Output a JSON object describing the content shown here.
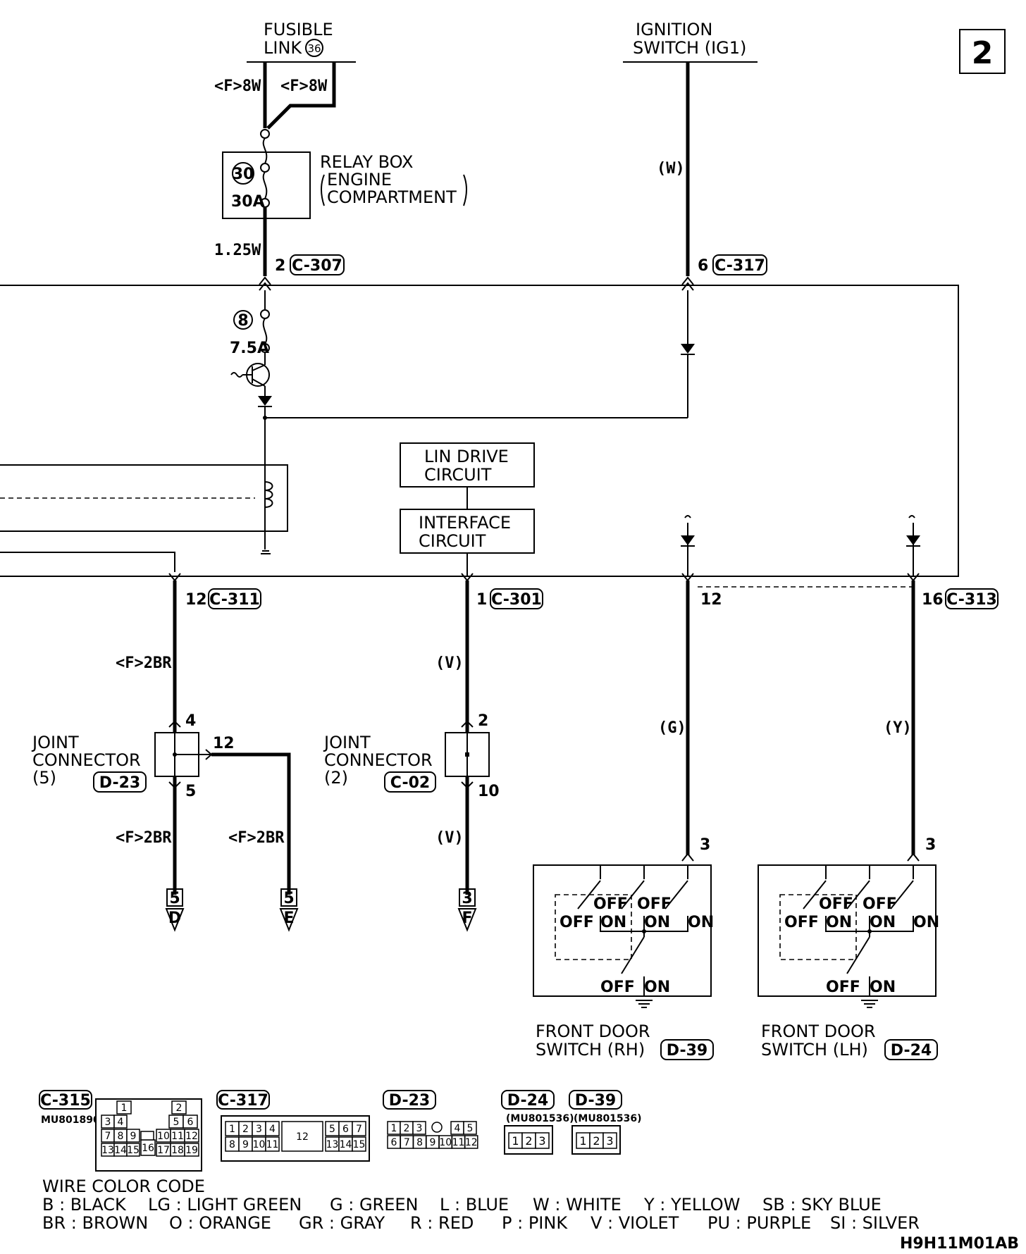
{
  "page_number": "2",
  "figure_code": "H9H11M01AB",
  "top": {
    "fusible_link_line1": "FUSIBLE",
    "fusible_link_line2": "LINK",
    "fusible_link_num": "36",
    "left_wire": "<F>8W",
    "right_wire": "<F>8W",
    "ignition_line1": "IGNITION",
    "ignition_line2": "SWITCH (IG1)",
    "ig_wire_color": "(W)"
  },
  "relay_box": {
    "fuse_num": "30",
    "fuse_rating": "30A",
    "line1": "RELAY BOX",
    "line2": "ENGINE",
    "line3": "COMPARTMENT",
    "out_wire": "1.25W"
  },
  "connectors": {
    "c307_pin": "2",
    "c307": "C-307",
    "c317_pin": "6",
    "c317": "C-317",
    "c311_pin": "12",
    "c311": "C-311",
    "c301_pin": "1",
    "c301": "C-301",
    "pin12_g": "12",
    "c313_pin": "16",
    "c313": "C-313"
  },
  "internal": {
    "fuse_num": "8",
    "fuse_rating": "7.5A",
    "lin_line1": "LIN DRIVE",
    "lin_line2": "CIRCUIT",
    "iface_line1": "INTERFACE",
    "iface_line2": "CIRCUIT"
  },
  "lower_wires": {
    "w1": "<F>2BR",
    "w2": "(V)",
    "w3": "(G)",
    "w4": "(Y)",
    "w5": "<F>2BR",
    "w6": "<F>2BR",
    "w7": "(V)"
  },
  "joint5": {
    "line1": "JOINT",
    "line2": "CONNECTOR",
    "line3": "(5)",
    "code": "D-23",
    "pin_in": "4",
    "pin_out_right": "12",
    "pin_out_down": "5"
  },
  "joint2": {
    "line1": "JOINT",
    "line2": "CONNECTOR",
    "line3": "(2)",
    "code": "C-02",
    "pin_in": "2",
    "pin_out": "10"
  },
  "refs": [
    {
      "num": "5",
      "letter": "D"
    },
    {
      "num": "5",
      "letter": "E"
    },
    {
      "num": "3",
      "letter": "F"
    }
  ],
  "switch_rh": {
    "pin": "3",
    "line1": "FRONT DOOR",
    "line2": "SWITCH (RH)",
    "code": "D-39",
    "off": "OFF",
    "on": "ON"
  },
  "switch_lh": {
    "pin": "3",
    "line1": "FRONT DOOR",
    "line2": "SWITCH (LH)",
    "code": "D-24",
    "off": "OFF",
    "on": "ON"
  },
  "connector_views": {
    "c315": {
      "code": "C-315",
      "part": "MU801890",
      "cells": [
        "1",
        "2",
        "3",
        "4",
        "5",
        "6",
        "7",
        "8",
        "9",
        "10",
        "11",
        "12",
        "13",
        "14",
        "15",
        "16",
        "17",
        "18",
        "19"
      ]
    },
    "c317": {
      "code": "C-317",
      "cells": [
        "1",
        "2",
        "3",
        "4",
        "5",
        "6",
        "7",
        "8",
        "9",
        "10",
        "11",
        "12",
        "13",
        "14",
        "15"
      ]
    },
    "d23": {
      "code": "D-23",
      "cells": [
        "1",
        "2",
        "3",
        "4",
        "5",
        "6",
        "7",
        "8",
        "9",
        "10",
        "11",
        "12"
      ]
    },
    "d24": {
      "code": "D-24",
      "part": "(MU801536)",
      "cells": [
        "1",
        "2",
        "3"
      ]
    },
    "d39": {
      "code": "D-39",
      "part": "(MU801536)",
      "cells": [
        "1",
        "2",
        "3"
      ]
    }
  },
  "wire_color_code": {
    "title": "WIRE COLOR CODE",
    "row1": [
      "B : BLACK",
      "LG : LIGHT GREEN",
      "G : GREEN",
      "L : BLUE",
      "W : WHITE",
      "Y : YELLOW",
      "SB : SKY BLUE"
    ],
    "row2": [
      "BR : BROWN",
      "O : ORANGE",
      "GR : GRAY",
      "R : RED",
      "P : PINK",
      "V : VIOLET",
      "PU : PURPLE",
      "SI : SILVER"
    ]
  }
}
